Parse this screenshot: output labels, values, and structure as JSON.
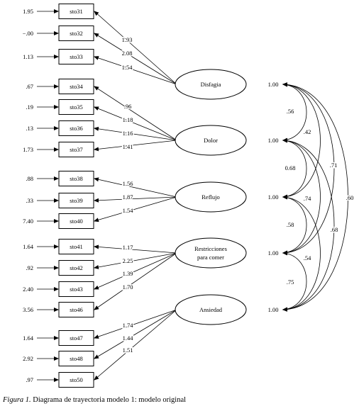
{
  "items": [
    {
      "id": "sto31",
      "error": "1.95",
      "loading": "1.93",
      "factor": "disfagia"
    },
    {
      "id": "sto32",
      "error": "−.00",
      "loading": "2.08",
      "factor": "disfagia"
    },
    {
      "id": "sto33",
      "error": "1.13",
      "loading": "1.54",
      "factor": "disfagia"
    },
    {
      "id": "sto34",
      "error": ".67",
      "loading": ".96",
      "factor": "dolor"
    },
    {
      "id": "sto35",
      "error": ".19",
      "loading": "1.18",
      "factor": "dolor"
    },
    {
      "id": "sto36",
      "error": ".13",
      "loading": "1.16",
      "factor": "dolor"
    },
    {
      "id": "sto37",
      "error": "1.73",
      "loading": "1.41",
      "factor": "dolor"
    },
    {
      "id": "sto38",
      "error": ".88",
      "loading": "1.56",
      "factor": "reflujo"
    },
    {
      "id": "sto39",
      "error": ".33",
      "loading": "1.87",
      "factor": "reflujo"
    },
    {
      "id": "sto40",
      "error": "7.40",
      "loading": "1.54",
      "factor": "reflujo"
    },
    {
      "id": "sto41",
      "error": "1.64",
      "loading": "1.17",
      "factor": "restricciones"
    },
    {
      "id": "sto42",
      "error": ".92",
      "loading": "2.25",
      "factor": "restricciones"
    },
    {
      "id": "sto43",
      "error": "2.40",
      "loading": "1.39",
      "factor": "restricciones"
    },
    {
      "id": "sto46",
      "error": "3.56",
      "loading": "1.70",
      "factor": "restricciones"
    },
    {
      "id": "sto47",
      "error": "1.64",
      "loading": "1.74",
      "factor": "ansiedad"
    },
    {
      "id": "sto48",
      "error": "2.92",
      "loading": "1.44",
      "factor": "ansiedad"
    },
    {
      "id": "sto50",
      "error": ".97",
      "loading": "1.51",
      "factor": "ansiedad"
    }
  ],
  "factors": [
    {
      "key": "disfagia",
      "lines": [
        "Disfagia"
      ],
      "variance": "1.00"
    },
    {
      "key": "dolor",
      "lines": [
        "Dolor"
      ],
      "variance": "1.00"
    },
    {
      "key": "reflujo",
      "lines": [
        "Reflujo"
      ],
      "variance": "1.00"
    },
    {
      "key": "restricciones",
      "lines": [
        "Restricciones",
        "para comer"
      ],
      "variance": "1.00"
    },
    {
      "key": "ansiedad",
      "lines": [
        "Ansiedad"
      ],
      "variance": "1.00"
    }
  ],
  "covariances": [
    {
      "from": "disfagia",
      "to": "dolor",
      "value": ".56"
    },
    {
      "from": "disfagia",
      "to": "reflujo",
      "value": ".42"
    },
    {
      "from": "disfagia",
      "to": "restricciones",
      "value": ".71"
    },
    {
      "from": "disfagia",
      "to": "ansiedad",
      "value": ".60"
    },
    {
      "from": "dolor",
      "to": "reflujo",
      "value": "0.68"
    },
    {
      "from": "dolor",
      "to": "restricciones",
      "value": ".74"
    },
    {
      "from": "dolor",
      "to": "ansiedad",
      "value": ".68"
    },
    {
      "from": "reflujo",
      "to": "restricciones",
      "value": ".58"
    },
    {
      "from": "reflujo",
      "to": "ansiedad",
      "value": ".54"
    },
    {
      "from": "restricciones",
      "to": "ansiedad",
      "value": ".75"
    }
  ],
  "caption": {
    "label": "Figura 1.",
    "text": " Diagrama de trayectoria modelo 1: modelo original"
  }
}
